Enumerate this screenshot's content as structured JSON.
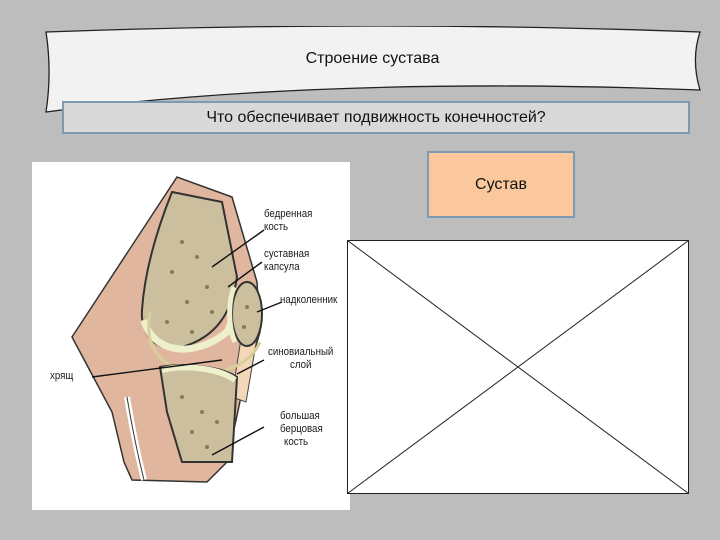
{
  "slide": {
    "title": "Строение сустава",
    "question": "Что обеспечивает подвижность конечностей?",
    "answer": "Сустав"
  },
  "diagram": {
    "labels": {
      "femur_1": "бедренная",
      "femur_2": "кость",
      "capsule_1": "суставная",
      "capsule_2": "капсула",
      "patella": "надколенник",
      "synovial_1": "синовиальный",
      "synovial_2": "слой",
      "cartilage": "хрящ",
      "tibia_1": "большая",
      "tibia_2": "берцовая",
      "tibia_3": "кость"
    }
  },
  "colors": {
    "background": "#bdbdbd",
    "question_fill": "#d9d9d9",
    "answer_fill": "#fac89c",
    "box_border": "#7d9ab5",
    "skin": "#e0b79e",
    "bone": "#cbbf9d",
    "cartilage": "#eef0cc"
  },
  "icons": {
    "placeholder": "crossed-box-image-placeholder"
  }
}
